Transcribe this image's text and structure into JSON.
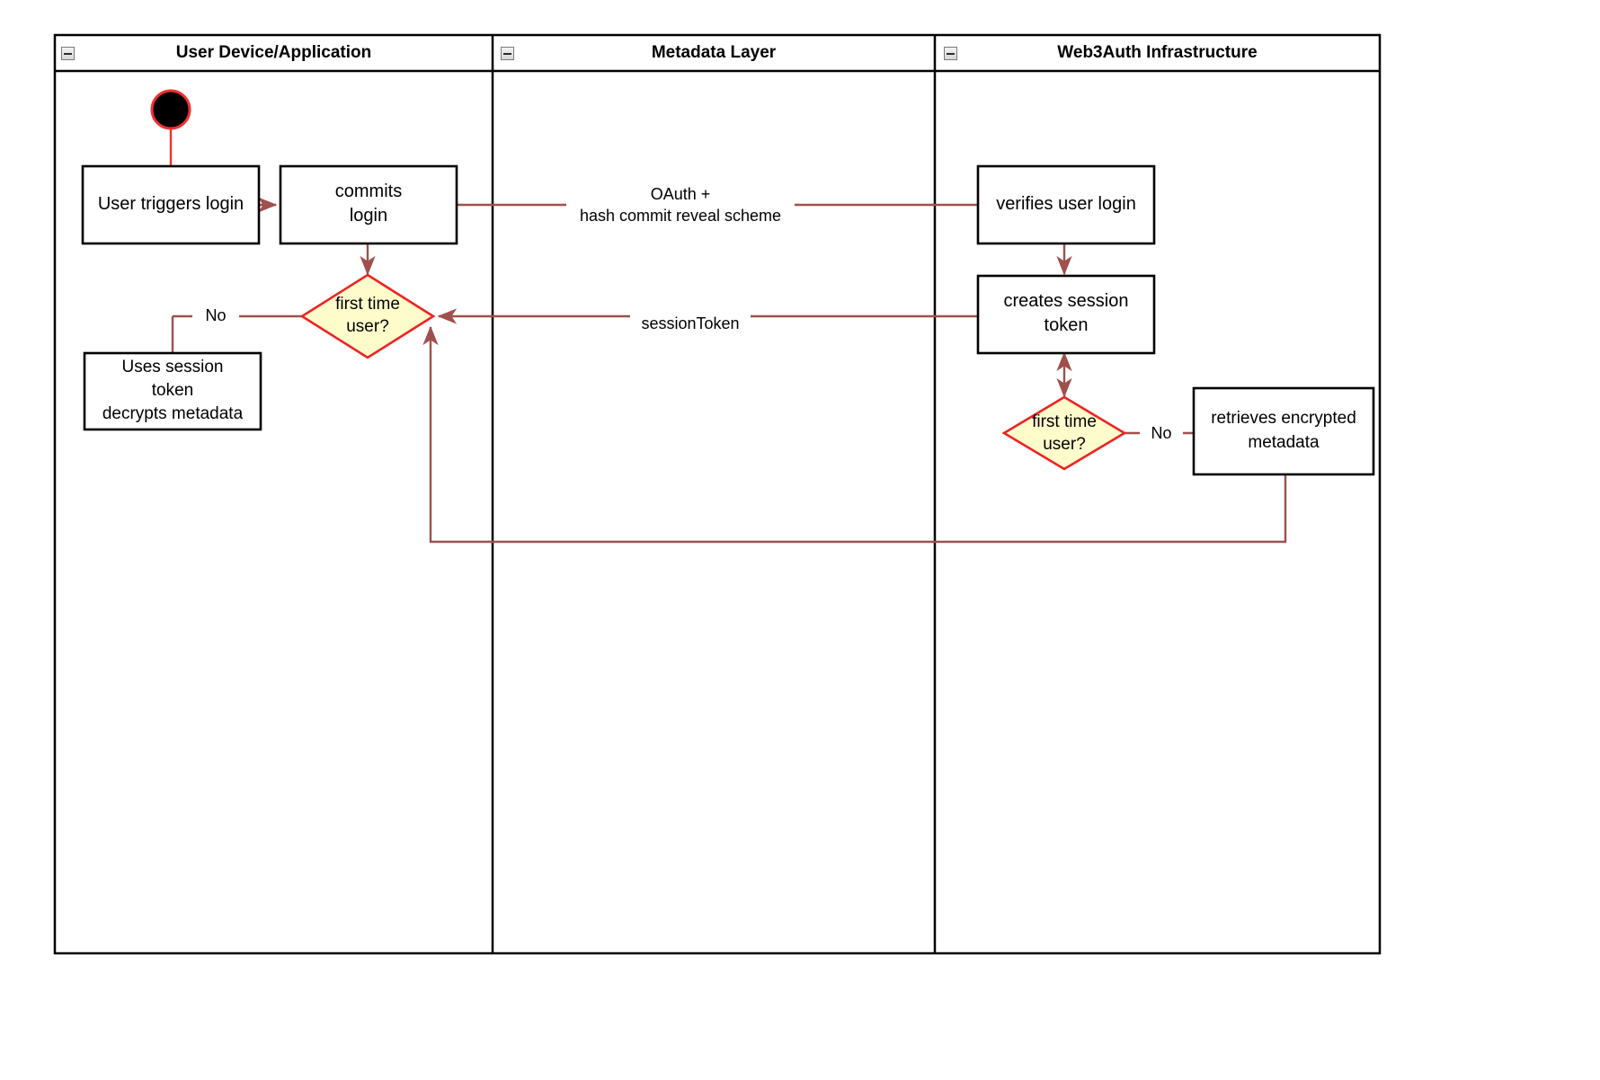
{
  "diagram": {
    "title": "Web3Auth login activity swimlane diagram",
    "type": "uml-activity-swimlane",
    "colors": {
      "lane_border": "#000000",
      "node_border": "#000000",
      "node_fill": "#ffffff",
      "decision_fill": "#fffccc",
      "decision_border": "#ee2222",
      "flow_arrow": "#a0504c",
      "start_node_fill": "#000000",
      "start_node_ring": "#f03030",
      "background": "#ffffff"
    }
  },
  "lanes": [
    {
      "id": "user-device",
      "label": "User Device/Application",
      "collapse_icon": "collapse-minus-icon"
    },
    {
      "id": "metadata-layer",
      "label": "Metadata Layer",
      "collapse_icon": "collapse-minus-icon"
    },
    {
      "id": "web3auth",
      "label": "Web3Auth Infrastructure",
      "collapse_icon": "collapse-minus-icon"
    }
  ],
  "nodes": {
    "start": {
      "kind": "initial-node",
      "label": ""
    },
    "user_triggers_login": {
      "kind": "action",
      "label": "User triggers login"
    },
    "commits_login": {
      "kind": "action",
      "label": "commits\nlogin"
    },
    "first_time_user_left": {
      "kind": "decision",
      "label": "first time\nuser?"
    },
    "uses_session_token": {
      "kind": "action",
      "label": "Uses session\ntoken\ndecrypts metadata"
    },
    "verifies_user_login": {
      "kind": "action",
      "label": "verifies user login"
    },
    "creates_session_token": {
      "kind": "action",
      "label": "creates session\ntoken"
    },
    "first_time_user_right": {
      "kind": "decision",
      "label": "first time\nuser?"
    },
    "retrieves_encrypted_metadata": {
      "kind": "action",
      "label": "retrieves encrypted\nmetadata"
    }
  },
  "edge_labels": {
    "oauth": "OAuth +\nhash commit reveal scheme",
    "session_token": "sessionToken",
    "no_left": "No",
    "no_right": "No"
  }
}
